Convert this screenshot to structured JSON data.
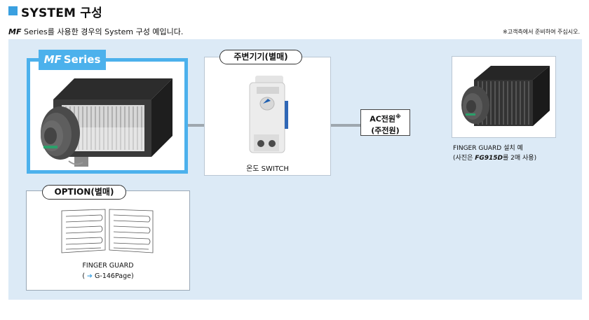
{
  "header": {
    "title": "SYSTEM 구성",
    "subtitle_brand": "MF",
    "subtitle_rest": " Series를 사용한 경우의 System 구성 예입니다.",
    "note": "※고객측에서 준비하여 주십시오."
  },
  "mf_unit": {
    "brand": "MF",
    "label": "Series"
  },
  "peripheral": {
    "label": "주변기기(별매)",
    "caption": "온도 SWITCH"
  },
  "ac_power": {
    "line1": "AC전원",
    "mark": "※",
    "line2": "(주전원)"
  },
  "finger_guard_example": {
    "caption1": "FINGER GUARD 설치 예",
    "caption2_prefix": "(사진은 ",
    "caption2_model": "FG915D",
    "caption2_suffix": "를 2매 사용)"
  },
  "option": {
    "label": "OPTION(별매)",
    "caption1": "FINGER GUARD",
    "caption2_open": "( ",
    "arrow": "➔",
    "caption2_text": " G-146Page)"
  },
  "colors": {
    "accent": "#3aa0e0",
    "frame": "#4cb1ec",
    "panel": "#dceaf6"
  }
}
